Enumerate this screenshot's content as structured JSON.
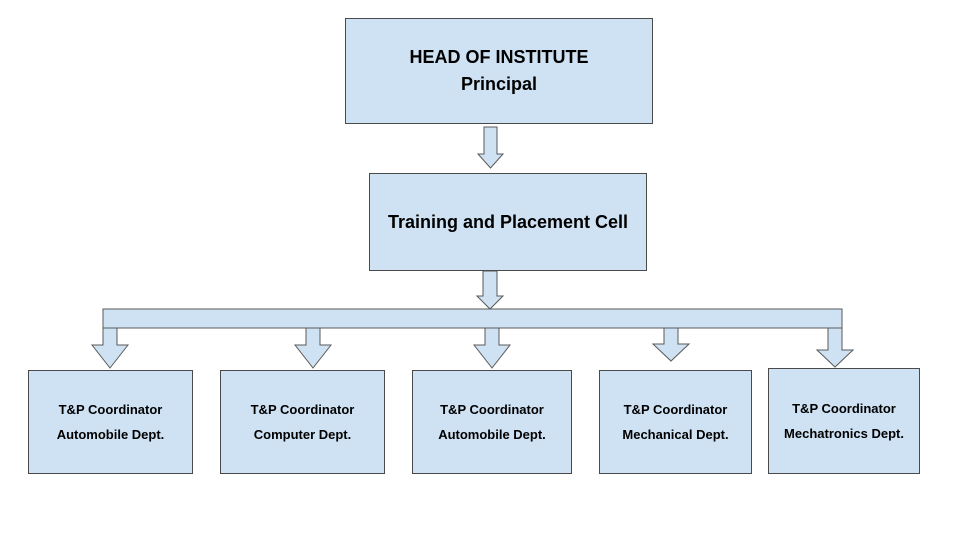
{
  "head": {
    "title": "HEAD OF INSTITUTE",
    "subtitle": "Principal"
  },
  "cell": {
    "title": "Training and Placement Cell"
  },
  "coordinators": [
    {
      "role": "T&P Coordinator",
      "dept": "Automobile Dept."
    },
    {
      "role": "T&P Coordinator",
      "dept": "Computer Dept."
    },
    {
      "role": "T&P Coordinator",
      "dept": "Automobile Dept."
    },
    {
      "role": "T&P Coordinator",
      "dept": "Mechanical Dept."
    },
    {
      "role": "T&P Coordinator",
      "dept": "Mechatronics Dept."
    }
  ],
  "colors": {
    "box_fill": "#cfe2f3",
    "border": "#4a4a4a"
  }
}
